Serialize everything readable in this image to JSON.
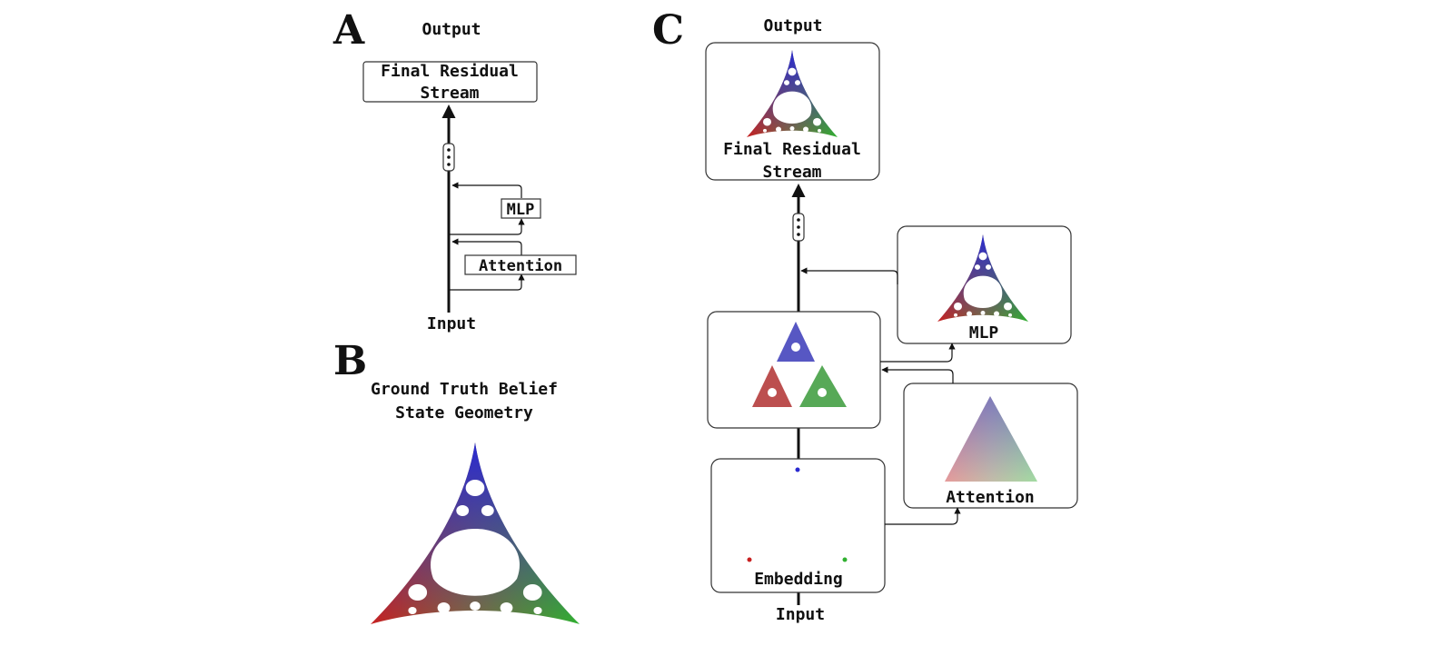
{
  "panels": {
    "A": {
      "letter": "A",
      "output_label": "Output",
      "final_box_line1": "Final Residual",
      "final_box_line2": "Stream",
      "mlp_label": "MLP",
      "attention_label": "Attention",
      "input_label": "Input"
    },
    "B": {
      "letter": "B",
      "title_line1": "Ground Truth Belief",
      "title_line2": "State Geometry"
    },
    "C": {
      "letter": "C",
      "output_label": "Output",
      "final_box_line1": "Final Residual",
      "final_box_line2": "Stream",
      "mlp_label": "MLP",
      "attention_label": "Attention",
      "embedding_label": "Embedding",
      "input_label": "Input"
    }
  },
  "colors": {
    "vertex_top": "#2a2ad0",
    "vertex_left": "#c82020",
    "vertex_right": "#30b030",
    "line": "#111111"
  },
  "icons": [
    "ellipsis-icon",
    "arrow-up-icon",
    "arrow-left-icon"
  ]
}
